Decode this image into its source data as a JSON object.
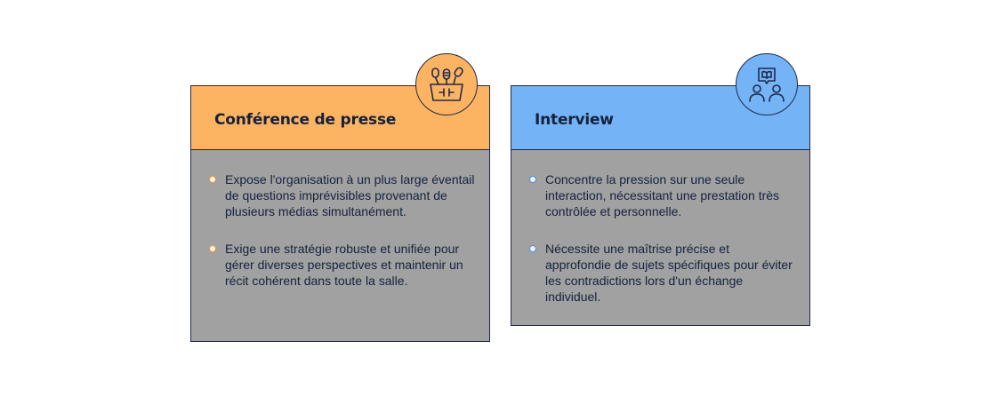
{
  "colors": {
    "press_accent": "#fdb462",
    "interview_accent": "#74b3f5",
    "body_gray": "#a1a1a1",
    "text_navy": "#14213d"
  },
  "cards": [
    {
      "title": "Conférence de presse",
      "icon": "press-conference-podium-icon",
      "bullets": [
        "Expose l'organisation à un plus large éventail de questions imprévisibles provenant de plusieurs médias simultanément.",
        "Exige une stratégie robuste et unifiée pour gérer diverses perspectives et maintenir un récit cohérent dans toute la salle."
      ]
    },
    {
      "title": "Interview",
      "icon": "interview-two-people-icon",
      "bullets": [
        "Concentre la pression sur une seule interaction, nécessitant une prestation très contrôlée et personnelle.",
        "Nécessite une maîtrise précise et approfondie de sujets spécifiques pour éviter les contradictions lors d'un échange individuel."
      ]
    }
  ]
}
